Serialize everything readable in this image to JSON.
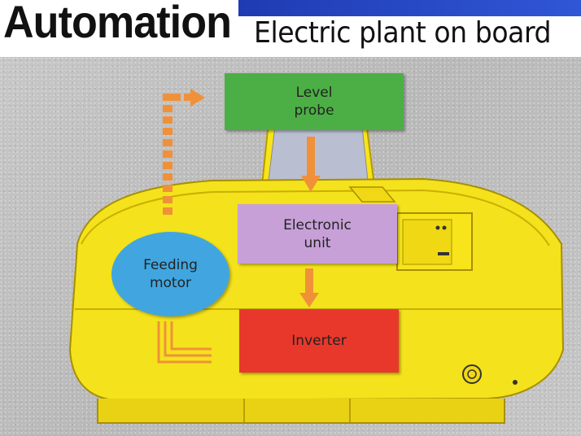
{
  "header": {
    "title": "Automation",
    "subtitle": "Electric plant on board",
    "accent_color": "#2346c4"
  },
  "diagram": {
    "nodes": [
      {
        "id": "level-probe",
        "label": "Level\nprobe",
        "color": "#4caf45"
      },
      {
        "id": "electronic-unit",
        "label": "Electronic\nunit",
        "color": "#c7a0d8"
      },
      {
        "id": "inverter",
        "label": "Inverter",
        "color": "#e8382b"
      },
      {
        "id": "feeding-motor",
        "label": "Feeding\nmotor",
        "color": "#41a6e0"
      }
    ],
    "arrow_color": "#f0913a"
  }
}
